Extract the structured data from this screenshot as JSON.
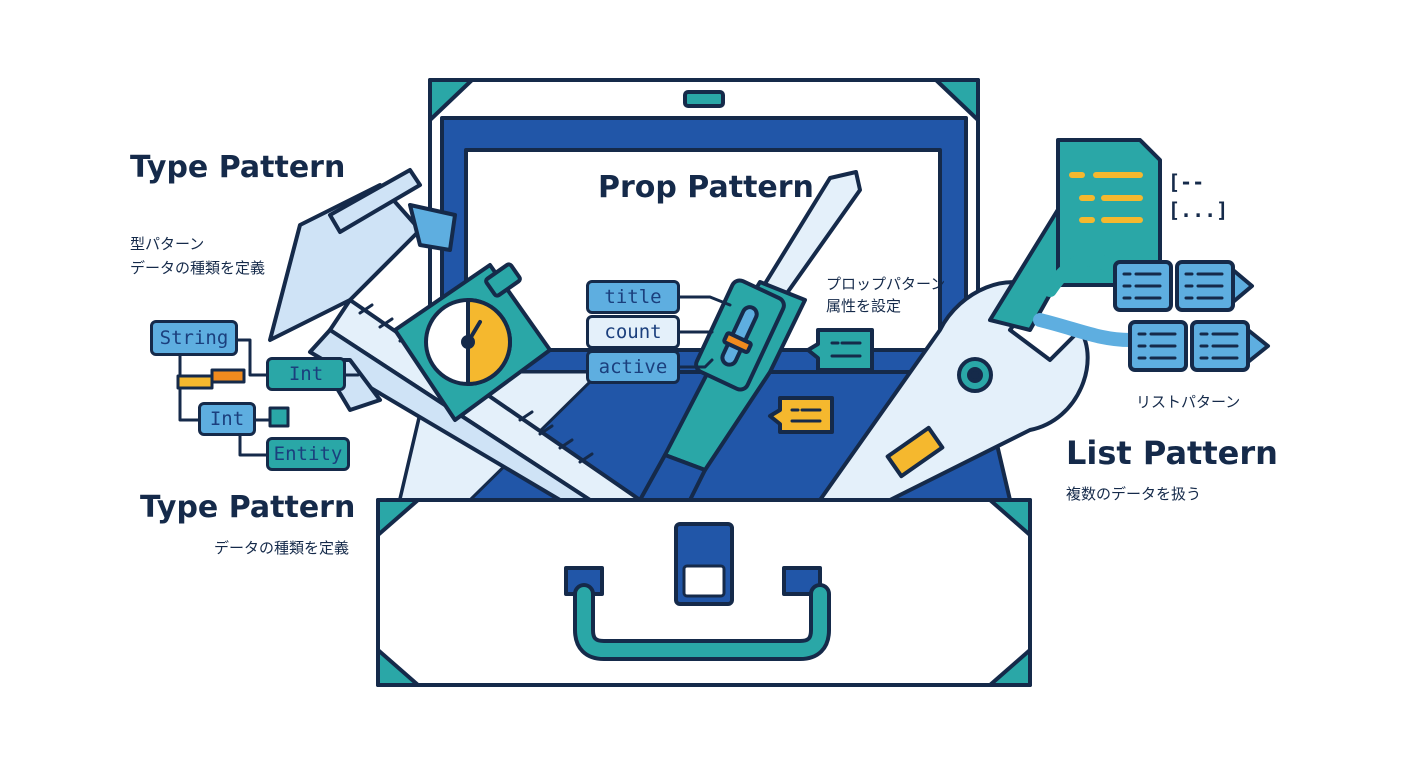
{
  "type_pattern_top": {
    "title": "Type Pattern",
    "subtitle_line1": "型パターン",
    "subtitle_line2": "データの種類を定義"
  },
  "type_pattern_bottom": {
    "title": "Type Pattern",
    "subtitle": "データの種類を定義"
  },
  "type_chips": [
    "String",
    "Int",
    "Int",
    "Entity"
  ],
  "prop_pattern": {
    "title": "Prop Pattern",
    "subtitle_line1": "プロップパターン",
    "subtitle_line2": "属性を設定"
  },
  "prop_chips": [
    "title",
    "count",
    "active"
  ],
  "list_pattern": {
    "title": "List Pattern",
    "subtitle": "複数のデータを扱う",
    "caption": "リストパターン",
    "bracket_open": "[--",
    "bracket_ellipsis": "[...]"
  },
  "colors": {
    "navy": "#152a4a",
    "royal_blue": "#2156a8",
    "teal": "#2aa7a7",
    "sky_blue": "#5eaee0",
    "pale_blue": "#e4f0fa",
    "amber": "#f5b82e",
    "orange": "#f08a1e"
  },
  "icons": [
    "toolbox-icon",
    "caliper-icon",
    "gauge-icon",
    "screwdriver-icon",
    "wrench-icon",
    "document-icon",
    "chat-bubble-icon",
    "list-card-icon"
  ]
}
